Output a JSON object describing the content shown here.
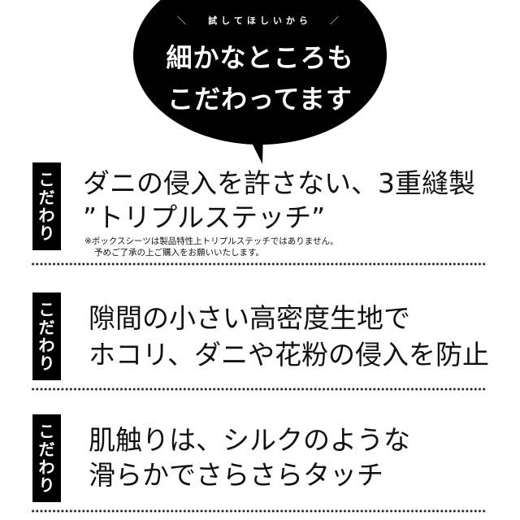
{
  "bubble": {
    "subheading": "試してほしいから",
    "slash_left": "＼",
    "slash_right": "／",
    "title_line1": "細かなところも",
    "title_line2": "こだわってます",
    "fill_color": "#000000",
    "text_color": "#ffffff"
  },
  "features": [
    {
      "tag_chars": [
        "こ",
        "だ",
        "わ",
        "り"
      ],
      "headline_line1": "ダニの侵入を許さない、3重縫製",
      "headline_line2": "”トリプルステッチ”",
      "note_line1": "※ボックスシーツは製品特性上トリプルステッチではありません。",
      "note_line2": "予めご了承の上ご購入をお願いいたします。"
    },
    {
      "tag_chars": [
        "こ",
        "だ",
        "わ",
        "り"
      ],
      "headline_line1": "隙間の小さい高密度生地で",
      "headline_line2": "ホコリ、ダニや花粉の侵入を防止"
    },
    {
      "tag_chars": [
        "こ",
        "だ",
        "わ",
        "り"
      ],
      "headline_line1": "肌触りは、シルクのような",
      "headline_line2": "滑らかでさらさらタッチ"
    }
  ],
  "colors": {
    "background": "#ffffff",
    "tag_background": "#000000",
    "text": "#111111"
  }
}
